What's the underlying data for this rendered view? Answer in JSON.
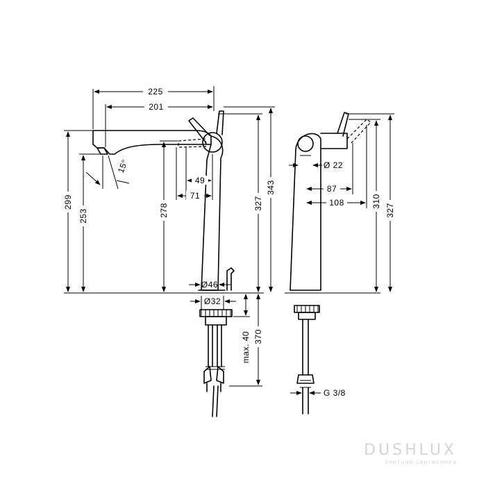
{
  "dimensions": {
    "top_225": "225",
    "top_201": "201",
    "d49": "49",
    "d71": "71",
    "angle": "15°",
    "v299": "299",
    "v253": "253",
    "v278": "278",
    "v327": "327",
    "v343": "343",
    "dia46": "Ø46",
    "dia32": "Ø32",
    "max40": "max. 40",
    "v370": "370",
    "dia22": "Ø 22",
    "d87": "87",
    "d108": "108",
    "v310": "310",
    "v327_side": "327",
    "thread": "G 3/8"
  },
  "watermark": {
    "brand": "DUSHLUX",
    "subtitle": "элитная сантехника"
  }
}
